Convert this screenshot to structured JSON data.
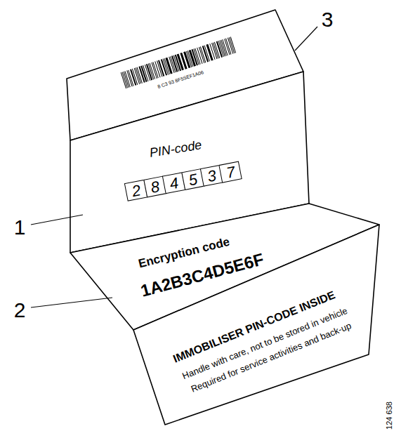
{
  "diagram": {
    "nodes": [
      {
        "text": [
          "2"
        ]
      },
      {
        "text": [
          "8"
        ]
      },
      {
        "text": [
          "4"
        ]
      },
      {
        "text": [
          "5"
        ]
      },
      {
        "text": [
          "3"
        ]
      },
      {
        "text": [
          "7"
        ]
      }
    ],
    "labels": [
      "8 C3 93 8F5SEF1A06",
      "PIN-code",
      "Encryption code",
      "1A2B3C4D5E6F",
      "IMMOBILISER PIN-CODE INSIDE",
      "Handle with care, not to be stored in vehicle",
      "Required for service activities and back-up",
      "1",
      "2",
      "3",
      "124 638"
    ]
  }
}
